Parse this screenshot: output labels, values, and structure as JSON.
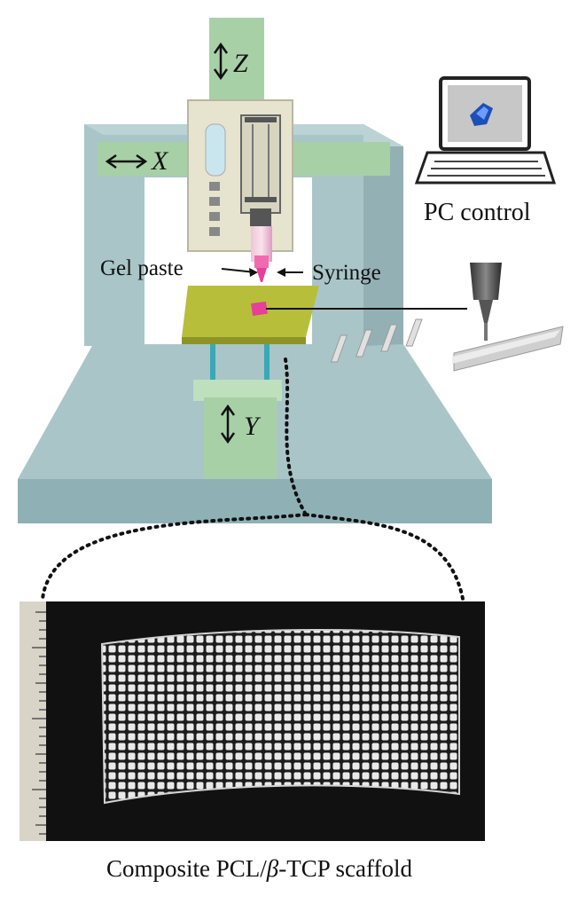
{
  "axes": {
    "z": "Z",
    "x": "X",
    "y": "Y"
  },
  "labels": {
    "gel_paste": "Gel paste",
    "syringe": "Syringe",
    "pc_control": "PC control"
  },
  "caption": {
    "prefix": "Composite PCL/",
    "beta": "β",
    "suffix": "-TCP scaffold"
  },
  "colors": {
    "frame": "#a9c5c8",
    "frame_shade": "#8eabaf",
    "carriage": "#a8d0a7",
    "print_head": "#e6e3cf",
    "bed": "#b7bf3a",
    "nozzle_sample": "#e6409a",
    "photo_bg": "#111111",
    "scaffold": "#e9e9e9"
  }
}
